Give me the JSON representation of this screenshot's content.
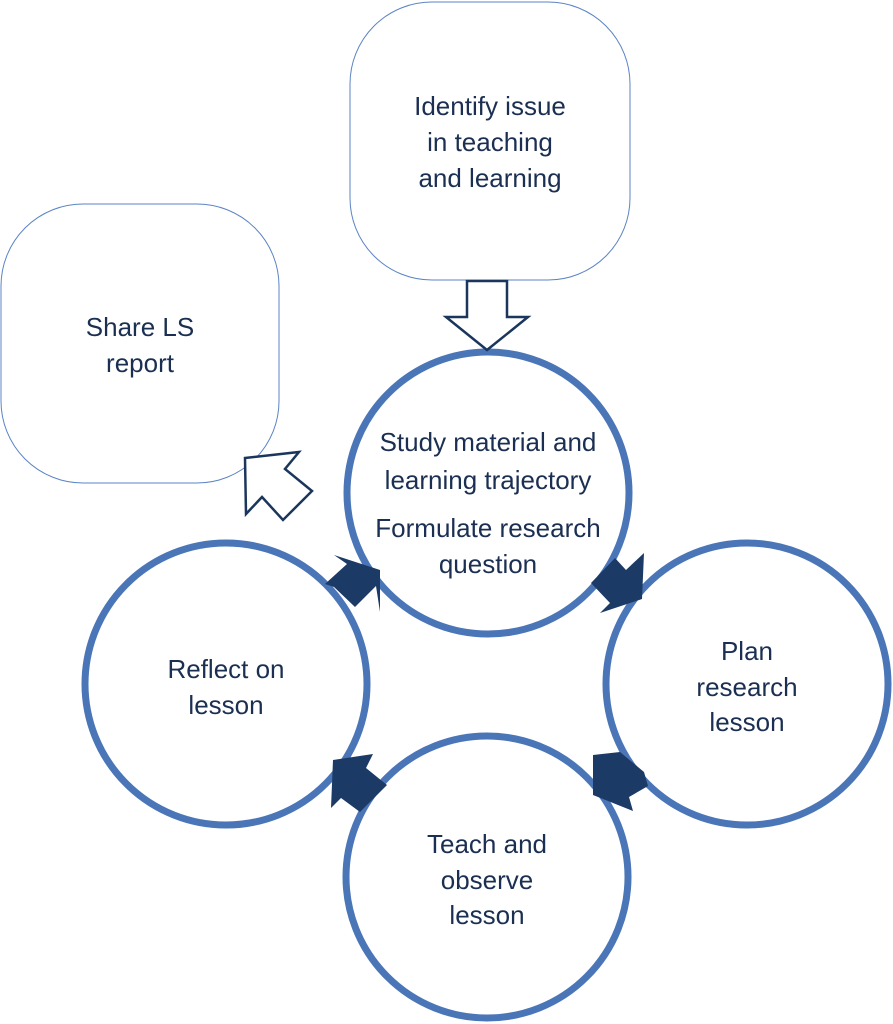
{
  "diagram": {
    "title": "Lesson Study cycle",
    "colors": {
      "circle_stroke": "#4a76b8",
      "box_stroke": "#5b84c4",
      "solid_arrow": "#1c3a66",
      "outline_arrow": "#1b365d",
      "text": "#1b2f52"
    },
    "nodes": {
      "identify": {
        "lines": [
          "Identify issue",
          "in teaching",
          "and learning"
        ]
      },
      "share": {
        "lines": [
          "Share LS",
          "report"
        ]
      },
      "study": {
        "lines": [
          "Study material and",
          "learning trajectory",
          "Formulate research",
          "question"
        ]
      },
      "plan": {
        "lines": [
          "Plan",
          "research",
          "lesson"
        ]
      },
      "teach": {
        "lines": [
          "Teach and",
          "observe",
          "lesson"
        ]
      },
      "reflect": {
        "lines": [
          "Reflect on",
          "lesson"
        ]
      }
    },
    "arrows": [
      {
        "from": "identify",
        "to": "study",
        "style": "outline"
      },
      {
        "from": "study",
        "to": "share",
        "style": "outline"
      },
      {
        "from": "study",
        "to": "plan",
        "style": "solid"
      },
      {
        "from": "plan",
        "to": "teach",
        "style": "solid"
      },
      {
        "from": "teach",
        "to": "reflect",
        "style": "solid"
      },
      {
        "from": "reflect",
        "to": "study",
        "style": "solid"
      }
    ]
  }
}
